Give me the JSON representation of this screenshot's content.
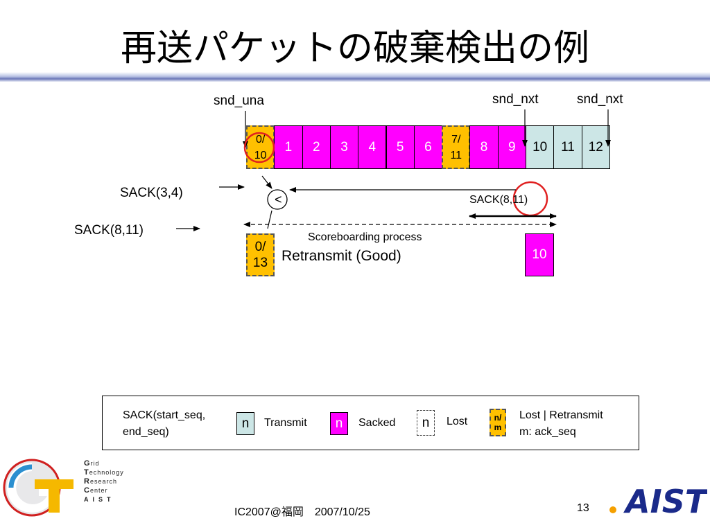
{
  "title": "再送パケットの破棄検出の例",
  "labels": {
    "snd_una": "snd_una",
    "snd_nxt_1": "snd_nxt",
    "snd_nxt_2": "snd_nxt",
    "sack_3_4": "SACK(3,4)",
    "sack_8_11": "SACK(8,11)",
    "sack_8_11_small": "SACK(8,11)",
    "compare": "<",
    "scoreboarding": "Scoreboarding process",
    "retransmit_good": "Retransmit (Good)"
  },
  "sequence": [
    {
      "text": "0/10",
      "state": "retransmit"
    },
    {
      "text": "1",
      "state": "sacked"
    },
    {
      "text": "2",
      "state": "sacked"
    },
    {
      "text": "3",
      "state": "sacked"
    },
    {
      "text": "4",
      "state": "sacked"
    },
    {
      "text": "5",
      "state": "sacked"
    },
    {
      "text": "6",
      "state": "sacked"
    },
    {
      "text": "7/11",
      "state": "retransmit"
    },
    {
      "text": "8",
      "state": "sacked"
    },
    {
      "text": "9",
      "state": "sacked"
    },
    {
      "text": "10",
      "state": "transmit"
    },
    {
      "text": "11",
      "state": "transmit"
    },
    {
      "text": "12",
      "state": "transmit"
    }
  ],
  "lower_row": {
    "retransmit_box": "0/13",
    "sacked_box": "10"
  },
  "legend": {
    "sack_format_line1": "SACK(start_seq,",
    "sack_format_line2": "end_seq)",
    "transmit_symbol": "n",
    "transmit_label": "Transmit",
    "sacked_symbol": "n",
    "sacked_label": "Sacked",
    "lost_symbol": "n",
    "lost_label": "Lost",
    "retr_symbol": "n/m",
    "retr_label_line1": "Lost | Retransmit",
    "retr_label_line2": "m: ack_seq"
  },
  "footer": {
    "text": "IC2007@福岡　2007/10/25",
    "page": "13"
  },
  "logo": {
    "gtrc_lines": [
      "Grid",
      "Technology",
      "Research",
      "Center",
      "AIST"
    ],
    "aist": "AIST"
  },
  "colors": {
    "sacked": "#ff00ff",
    "transmit": "#cce6e6",
    "retransmit": "#ffc000",
    "highlight_circle": "#e02020"
  }
}
